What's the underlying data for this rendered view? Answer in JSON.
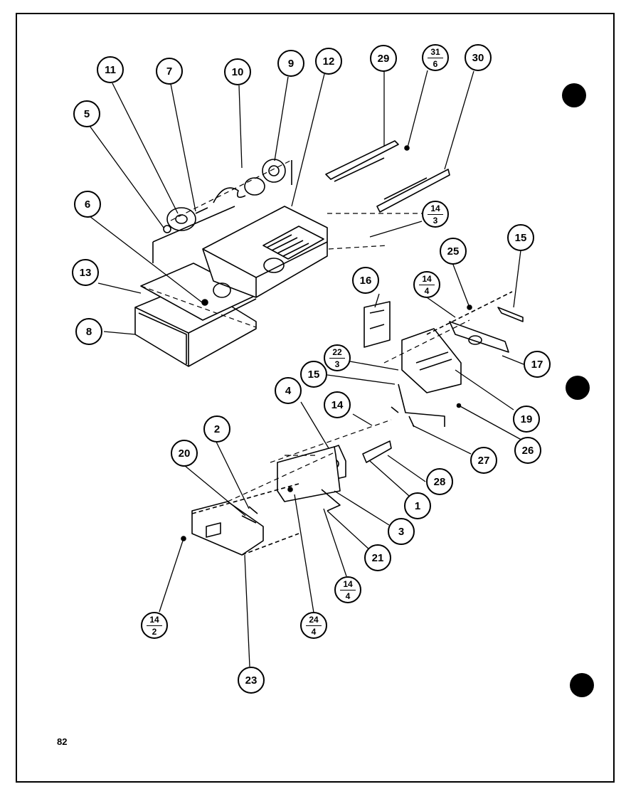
{
  "callouts": [
    {
      "id": "11"
    },
    {
      "id": "7"
    },
    {
      "id": "10"
    },
    {
      "id": "9"
    },
    {
      "id": "12"
    },
    {
      "id": "29"
    },
    {
      "id": "31/6",
      "num": "31",
      "den": "6"
    },
    {
      "id": "30"
    },
    {
      "id": "5"
    },
    {
      "id": "6"
    },
    {
      "id": "14/3",
      "num": "14",
      "den": "3"
    },
    {
      "id": "13"
    },
    {
      "id": "8"
    },
    {
      "id": "15"
    },
    {
      "id": "25"
    },
    {
      "id": "14/4",
      "num": "14",
      "den": "4"
    },
    {
      "id": "16"
    },
    {
      "id": "17"
    },
    {
      "id": "22/3",
      "num": "22",
      "den": "3"
    },
    {
      "id": "15"
    },
    {
      "id": "19"
    },
    {
      "id": "4"
    },
    {
      "id": "14"
    },
    {
      "id": "26"
    },
    {
      "id": "27"
    },
    {
      "id": "2"
    },
    {
      "id": "20"
    },
    {
      "id": "28"
    },
    {
      "id": "1"
    },
    {
      "id": "3"
    },
    {
      "id": "21"
    },
    {
      "id": "14/4",
      "num": "14",
      "den": "4"
    },
    {
      "id": "24/4",
      "num": "24",
      "den": "4"
    },
    {
      "id": "14/2",
      "num": "14",
      "den": "2"
    },
    {
      "id": "23"
    }
  ],
  "page_number": "82"
}
